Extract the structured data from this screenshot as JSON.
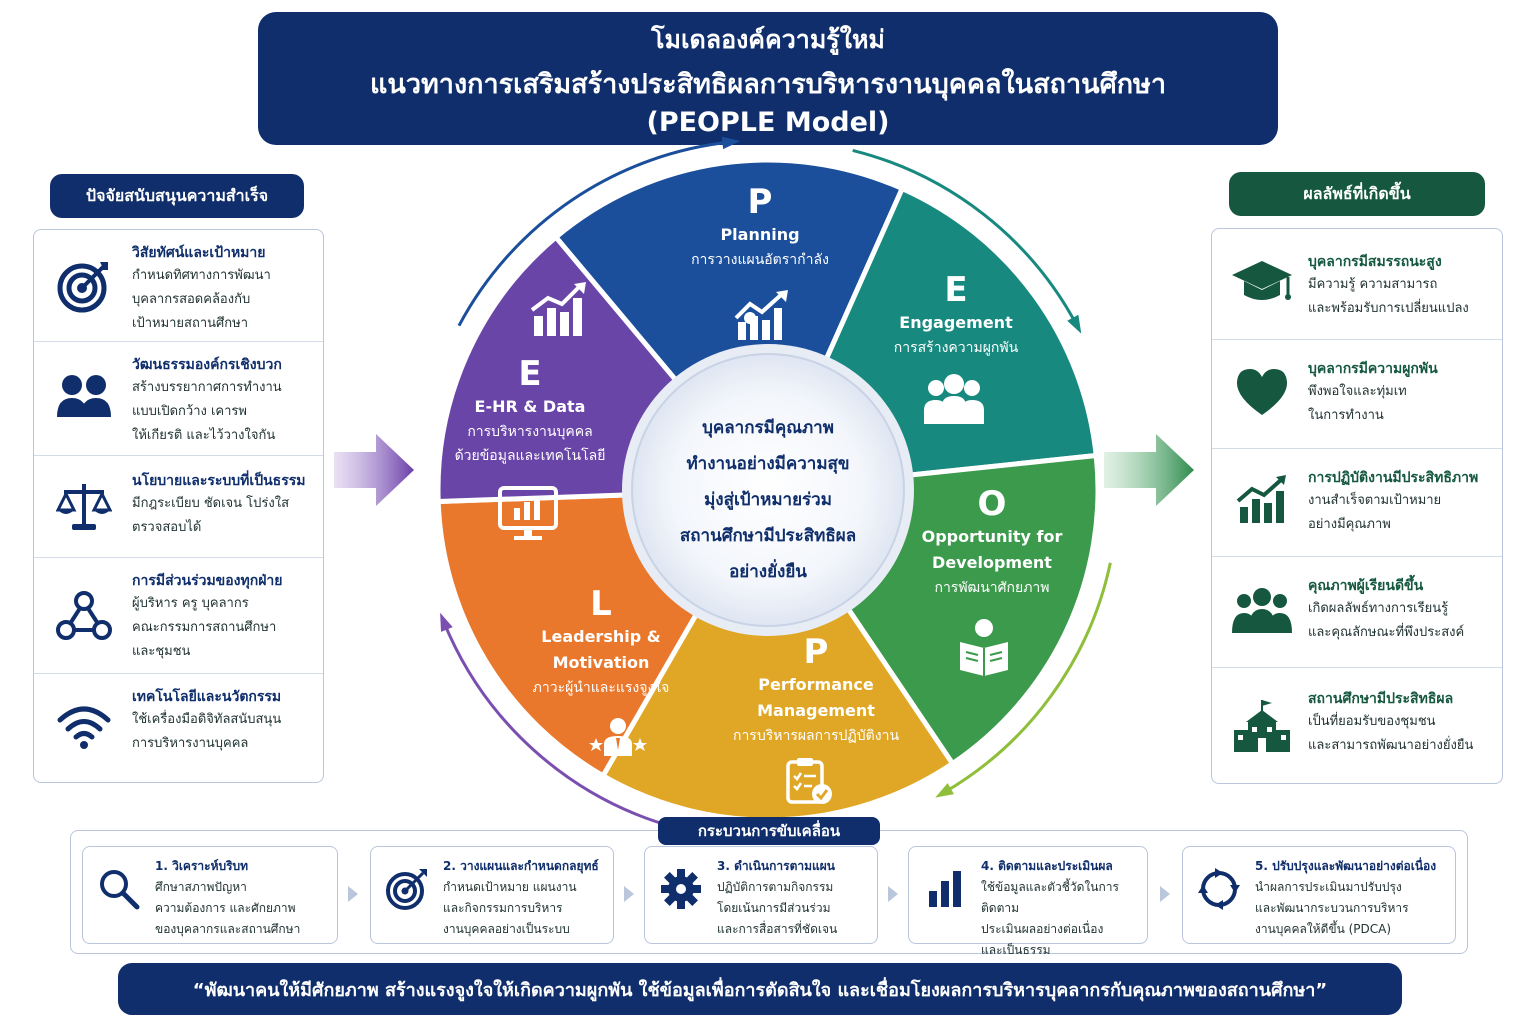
{
  "title": {
    "line1": "โมเดลองค์ความรู้ใหม่",
    "line2": "แนวทางการเสริมสร้างประสิทธิผลการบริหารงานบุคคลในสถานศึกษา",
    "line3": "(PEOPLE Model)"
  },
  "factors": {
    "header": "ปัจจัยสนับสนุนความสำเร็จ",
    "items": [
      {
        "icon": "target-icon",
        "title": "วิสัยทัศน์และเป้าหมาย",
        "desc": "กำหนดทิศทางการพัฒนา\nบุคลากรสอดคล้องกับ\nเป้าหมายสถานศึกษา"
      },
      {
        "icon": "people-icon",
        "title": "วัฒนธรรมองค์กรเชิงบวก",
        "desc": "สร้างบรรยากาศการทำงาน\nแบบเปิดกว้าง เคารพ\nให้เกียรติ และไว้วางใจกัน"
      },
      {
        "icon": "scales-icon",
        "title": "นโยบายและระบบที่เป็นธรรม",
        "desc": "มีกฎระเบียบ ชัดเจน โปร่งใส\nตรวจสอบได้"
      },
      {
        "icon": "network-icon",
        "title": "การมีส่วนร่วมของทุกฝ่าย",
        "desc": "ผู้บริหาร ครู บุคลากร\nคณะกรรมการสถานศึกษา\nและชุมชน"
      },
      {
        "icon": "wifi-icon",
        "title": "เทคโนโลยีและนวัตกรรม",
        "desc": "ใช้เครื่องมือดิจิทัลสนับสนุน\nการบริหารงานบุคคล"
      }
    ]
  },
  "outcomes": {
    "header": "ผลลัพธ์ที่เกิดขึ้น",
    "items": [
      {
        "icon": "graduation-cap-icon",
        "title": "บุคลากรมีสมรรถนะสูง",
        "desc": "มีความรู้ ความสามารถ\nและพร้อมรับการเปลี่ยนแปลง"
      },
      {
        "icon": "heart-icon",
        "title": "บุคลากรมีความผูกพัน",
        "desc": "พึงพอใจและทุ่มเท\nในการทำงาน"
      },
      {
        "icon": "growth-chart-icon",
        "title": "การปฏิบัติงานมีประสิทธิภาพ",
        "desc": "งานสำเร็จตามเป้าหมาย\nอย่างมีคุณภาพ"
      },
      {
        "icon": "students-icon",
        "title": "คุณภาพผู้เรียนดีขึ้น",
        "desc": "เกิดผลลัพธ์ทางการเรียนรู้\nและคุณลักษณะที่พึงประสงค์"
      },
      {
        "icon": "school-icon",
        "title": "สถานศึกษามีประสิทธิผล",
        "desc": "เป็นที่ยอมรับของชุมชน\nและสามารถพัฒนาอย่างยั่งยืน"
      }
    ]
  },
  "wheel": {
    "center": "บุคลากรมีคุณภาพ\nทำงานอย่างมีความสุข\nมุ่งสู่เป้าหมายร่วม\nสถานศึกษามีประสิทธิผล\nอย่างยั่งยืน",
    "segments": [
      {
        "letter": "P",
        "en": "Planning",
        "th": "การวางแผนอัตรากำลัง",
        "color": "#1b4f9c",
        "icon": "planning-chart-icon"
      },
      {
        "letter": "E",
        "en": "Engagement",
        "th": "การสร้างความผูกพัน",
        "color": "#17897f",
        "icon": "team-icon"
      },
      {
        "letter": "O",
        "en": "Opportunity for\nDevelopment",
        "th": "การพัฒนาศักยภาพ",
        "color": "#3c9a4c",
        "icon": "reading-person-icon"
      },
      {
        "letter": "P",
        "en": "Performance\nManagement",
        "th": "การบริหารผลการปฏิบัติงาน",
        "color": "#e0a726",
        "icon": "clipboard-check-icon"
      },
      {
        "letter": "L",
        "en": "Leadership &\nMotivation",
        "th": "ภาวะผู้นำและแรงจูงใจ",
        "color": "#e9782c",
        "icon": "leader-stars-icon"
      },
      {
        "letter": "E",
        "en": "E-HR & Data",
        "th": "การบริหารงานบุคคล\nด้วยข้อมูลและเทคโนโลยี",
        "color": "#6a45a8",
        "icon": "data-monitor-icon"
      }
    ]
  },
  "process": {
    "header": "กระบวนการขับเคลื่อน",
    "steps": [
      {
        "icon": "magnifier-icon",
        "title": "1. วิเคราะห์บริบท",
        "desc": "ศึกษาสภาพปัญหา\nความต้องการ และศักยภาพ\nของบุคลากรและสถานศึกษา"
      },
      {
        "icon": "target-icon",
        "title": "2. วางแผนและกำหนดกลยุทธ์",
        "desc": "กำหนดเป้าหมาย แผนงาน\nและกิจกรรมการบริหาร\nงานบุคคลอย่างเป็นระบบ"
      },
      {
        "icon": "gear-icon",
        "title": "3. ดำเนินการตามแผน",
        "desc": "ปฏิบัติการตามกิจกรรม\nโดยเน้นการมีส่วนร่วม\nและการสื่อสารที่ชัดเจน"
      },
      {
        "icon": "bar-chart-icon",
        "title": "4. ติดตามและประเมินผล",
        "desc": "ใช้ข้อมูลและตัวชี้วัดในการติดตาม\nประเมินผลอย่างต่อเนื่อง\nและเป็นธรรม"
      },
      {
        "icon": "cycle-icon",
        "title": "5. ปรับปรุงและพัฒนาอย่างต่อเนื่อง",
        "desc": "นำผลการประเมินมาปรับปรุง\nและพัฒนากระบวนการบริหาร\nงานบุคคลให้ดีขึ้น (PDCA)"
      }
    ]
  },
  "quote": "“พัฒนาคนให้มีศักยภาพ  สร้างแรงจูงใจให้เกิดความผูกพัน  ใช้ข้อมูลเพื่อการตัดสินใจ  และเชื่อมโยงผลการบริหารบุคลากรกับคุณภาพของสถานศึกษา”",
  "colors": {
    "navy": "#0f2e6b",
    "green": "#15583f",
    "purple_arrow": "#7a4fb0",
    "green_arrow": "#2e8b4e"
  }
}
